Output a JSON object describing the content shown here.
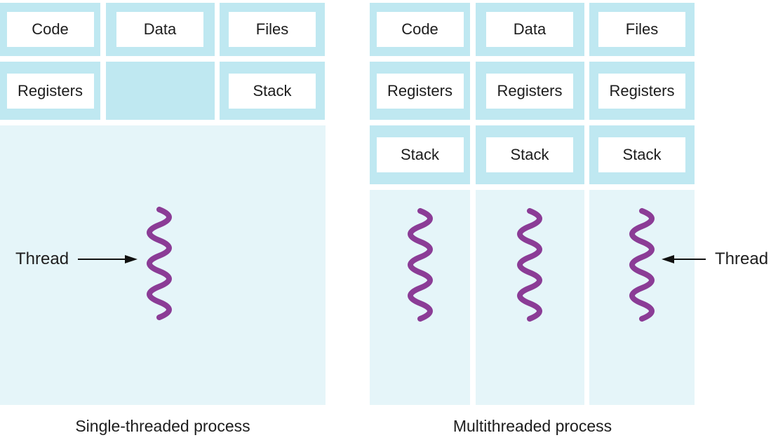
{
  "colors": {
    "cell_blue": "#bfe8f1",
    "panel_blue": "#e5f5f9",
    "box_white": "#ffffff",
    "text_dark": "#1d1d1d",
    "thread_purple": "#8b3c96",
    "arrow_black": "#111111",
    "page_bg": "#ffffff"
  },
  "figure": {
    "single": {
      "caption": "Single-threaded process",
      "row1": [
        "Code",
        "Data",
        "Files"
      ],
      "row2": [
        "Registers",
        "",
        "Stack"
      ],
      "thread_label": "Thread"
    },
    "multi": {
      "caption": "Multithreaded process",
      "row1": [
        "Code",
        "Data",
        "Files"
      ],
      "row2": [
        "Registers",
        "Registers",
        "Registers"
      ],
      "row3": [
        "Stack",
        "Stack",
        "Stack"
      ],
      "thread_label": "Thread"
    }
  }
}
